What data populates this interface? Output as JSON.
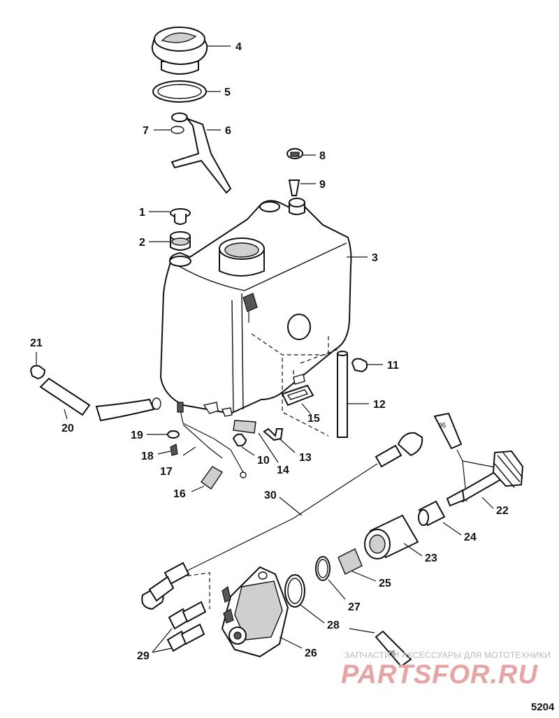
{
  "callouts": [
    "1",
    "2",
    "3",
    "4",
    "5",
    "6",
    "7",
    "8",
    "9",
    "10",
    "11",
    "12",
    "13",
    "14",
    "15",
    "16",
    "17",
    "18",
    "19",
    "20",
    "21",
    "22",
    "23",
    "24",
    "25",
    "26",
    "27",
    "28",
    "29",
    "30"
  ],
  "tube_labels": {
    "upper": "95",
    "lower": "95"
  },
  "watermark": {
    "text": "ЗАПЧАСТИ И АКСЕССУАРЫ ДЛЯ МОТОТЕХНИКИ",
    "logo": "PARTSFOR.RU"
  },
  "figure_number": "5204"
}
